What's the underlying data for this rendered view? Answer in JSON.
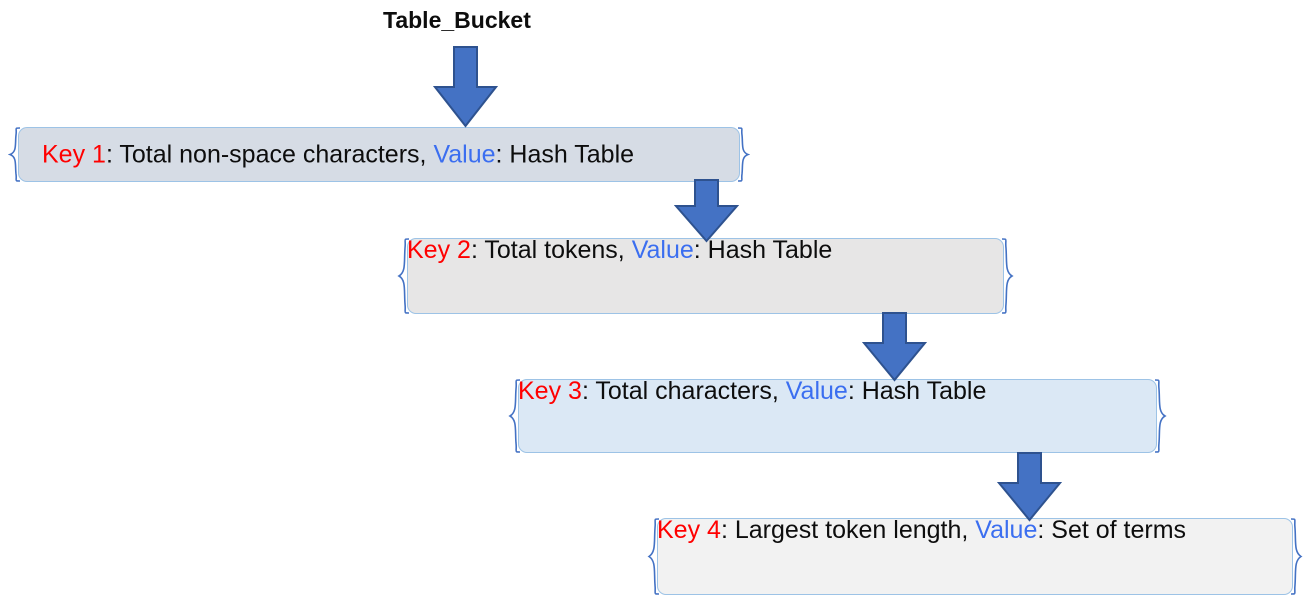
{
  "diagram": {
    "title": "Table_Bucket",
    "colors": {
      "key_text": "#ff0000",
      "value_text": "#3b6ef0",
      "body_text": "#0d0d0d",
      "arrow_fill": "#4472c4",
      "arrow_stroke": "#2e528f",
      "brace": "#4472c4",
      "box_border": "#9dc3e6",
      "box_fill_1": "#d6dce5",
      "box_fill_2": "#e7e6e6",
      "box_fill_3": "#dbe8f5",
      "box_fill_4": "#f2f2f2"
    },
    "rows": [
      {
        "key_label": "Key 1",
        "key_desc": ": Total non-space characters, ",
        "value_label": "Value",
        "value_desc": ": Hash Table"
      },
      {
        "key_label": "Key 2",
        "key_desc": ": Total tokens, ",
        "value_label": "Value",
        "value_desc": ": Hash Table"
      },
      {
        "key_label": "Key 3",
        "key_desc": ": Total characters, ",
        "value_label": "Value",
        "value_desc": ": Hash Table"
      },
      {
        "key_label": "Key 4",
        "key_desc": ": Largest token length, ",
        "value_label": "Value",
        "value_desc": ": Set of terms"
      }
    ],
    "arrows": [
      {
        "name": "arrow-title-to-row1"
      },
      {
        "name": "arrow-row1-to-row2"
      },
      {
        "name": "arrow-row2-to-row3"
      },
      {
        "name": "arrow-row3-to-row4"
      }
    ]
  }
}
